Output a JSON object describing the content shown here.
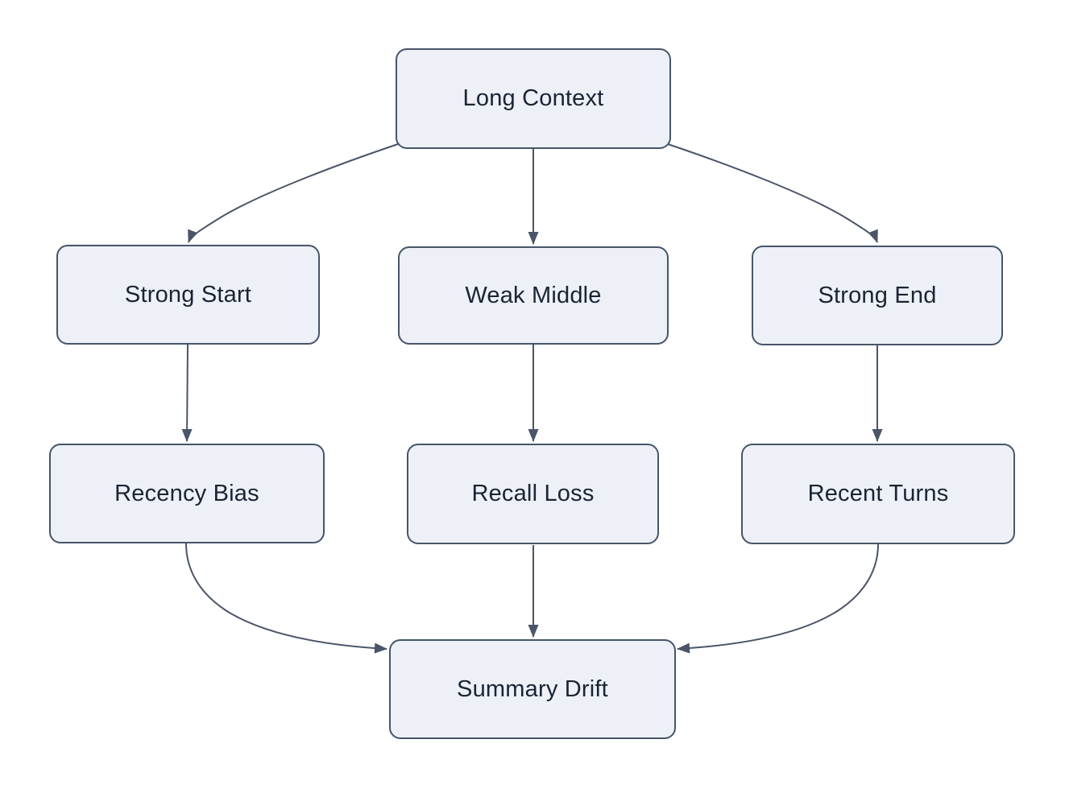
{
  "diagram": {
    "type": "flowchart",
    "direction": "top-down",
    "nodes": [
      {
        "id": "long-context",
        "label": "Long Context"
      },
      {
        "id": "strong-start",
        "label": "Strong Start"
      },
      {
        "id": "weak-middle",
        "label": "Weak Middle"
      },
      {
        "id": "strong-end",
        "label": "Strong End"
      },
      {
        "id": "recency-bias",
        "label": "Recency Bias"
      },
      {
        "id": "recall-loss",
        "label": "Recall Loss"
      },
      {
        "id": "recent-turns",
        "label": "Recent Turns"
      },
      {
        "id": "summary-drift",
        "label": "Summary Drift"
      }
    ],
    "edges": [
      {
        "from": "long-context",
        "to": "strong-start"
      },
      {
        "from": "long-context",
        "to": "weak-middle"
      },
      {
        "from": "long-context",
        "to": "strong-end"
      },
      {
        "from": "strong-start",
        "to": "recency-bias"
      },
      {
        "from": "weak-middle",
        "to": "recall-loss"
      },
      {
        "from": "strong-end",
        "to": "recent-turns"
      },
      {
        "from": "recency-bias",
        "to": "summary-drift"
      },
      {
        "from": "recall-loss",
        "to": "summary-drift"
      },
      {
        "from": "recent-turns",
        "to": "summary-drift"
      }
    ],
    "colors": {
      "background": "#ffffff",
      "node_fill": "#edf1f7",
      "node_border": "#475569",
      "edge": "#4a5568",
      "text": "#1a2433"
    }
  }
}
